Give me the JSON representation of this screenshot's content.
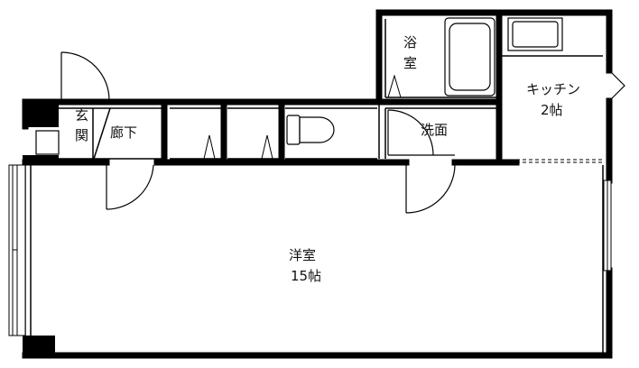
{
  "rooms": {
    "bath": {
      "line1": "浴",
      "line2": "室"
    },
    "kitchen": {
      "line1": "キッチン",
      "line2": "2帖"
    },
    "entrance": {
      "line1": "玄",
      "line2": "関"
    },
    "corridor": {
      "label": "廊下"
    },
    "washroom": {
      "label": "洗面"
    },
    "western": {
      "line1": "洋室",
      "line2": "15帖"
    }
  }
}
